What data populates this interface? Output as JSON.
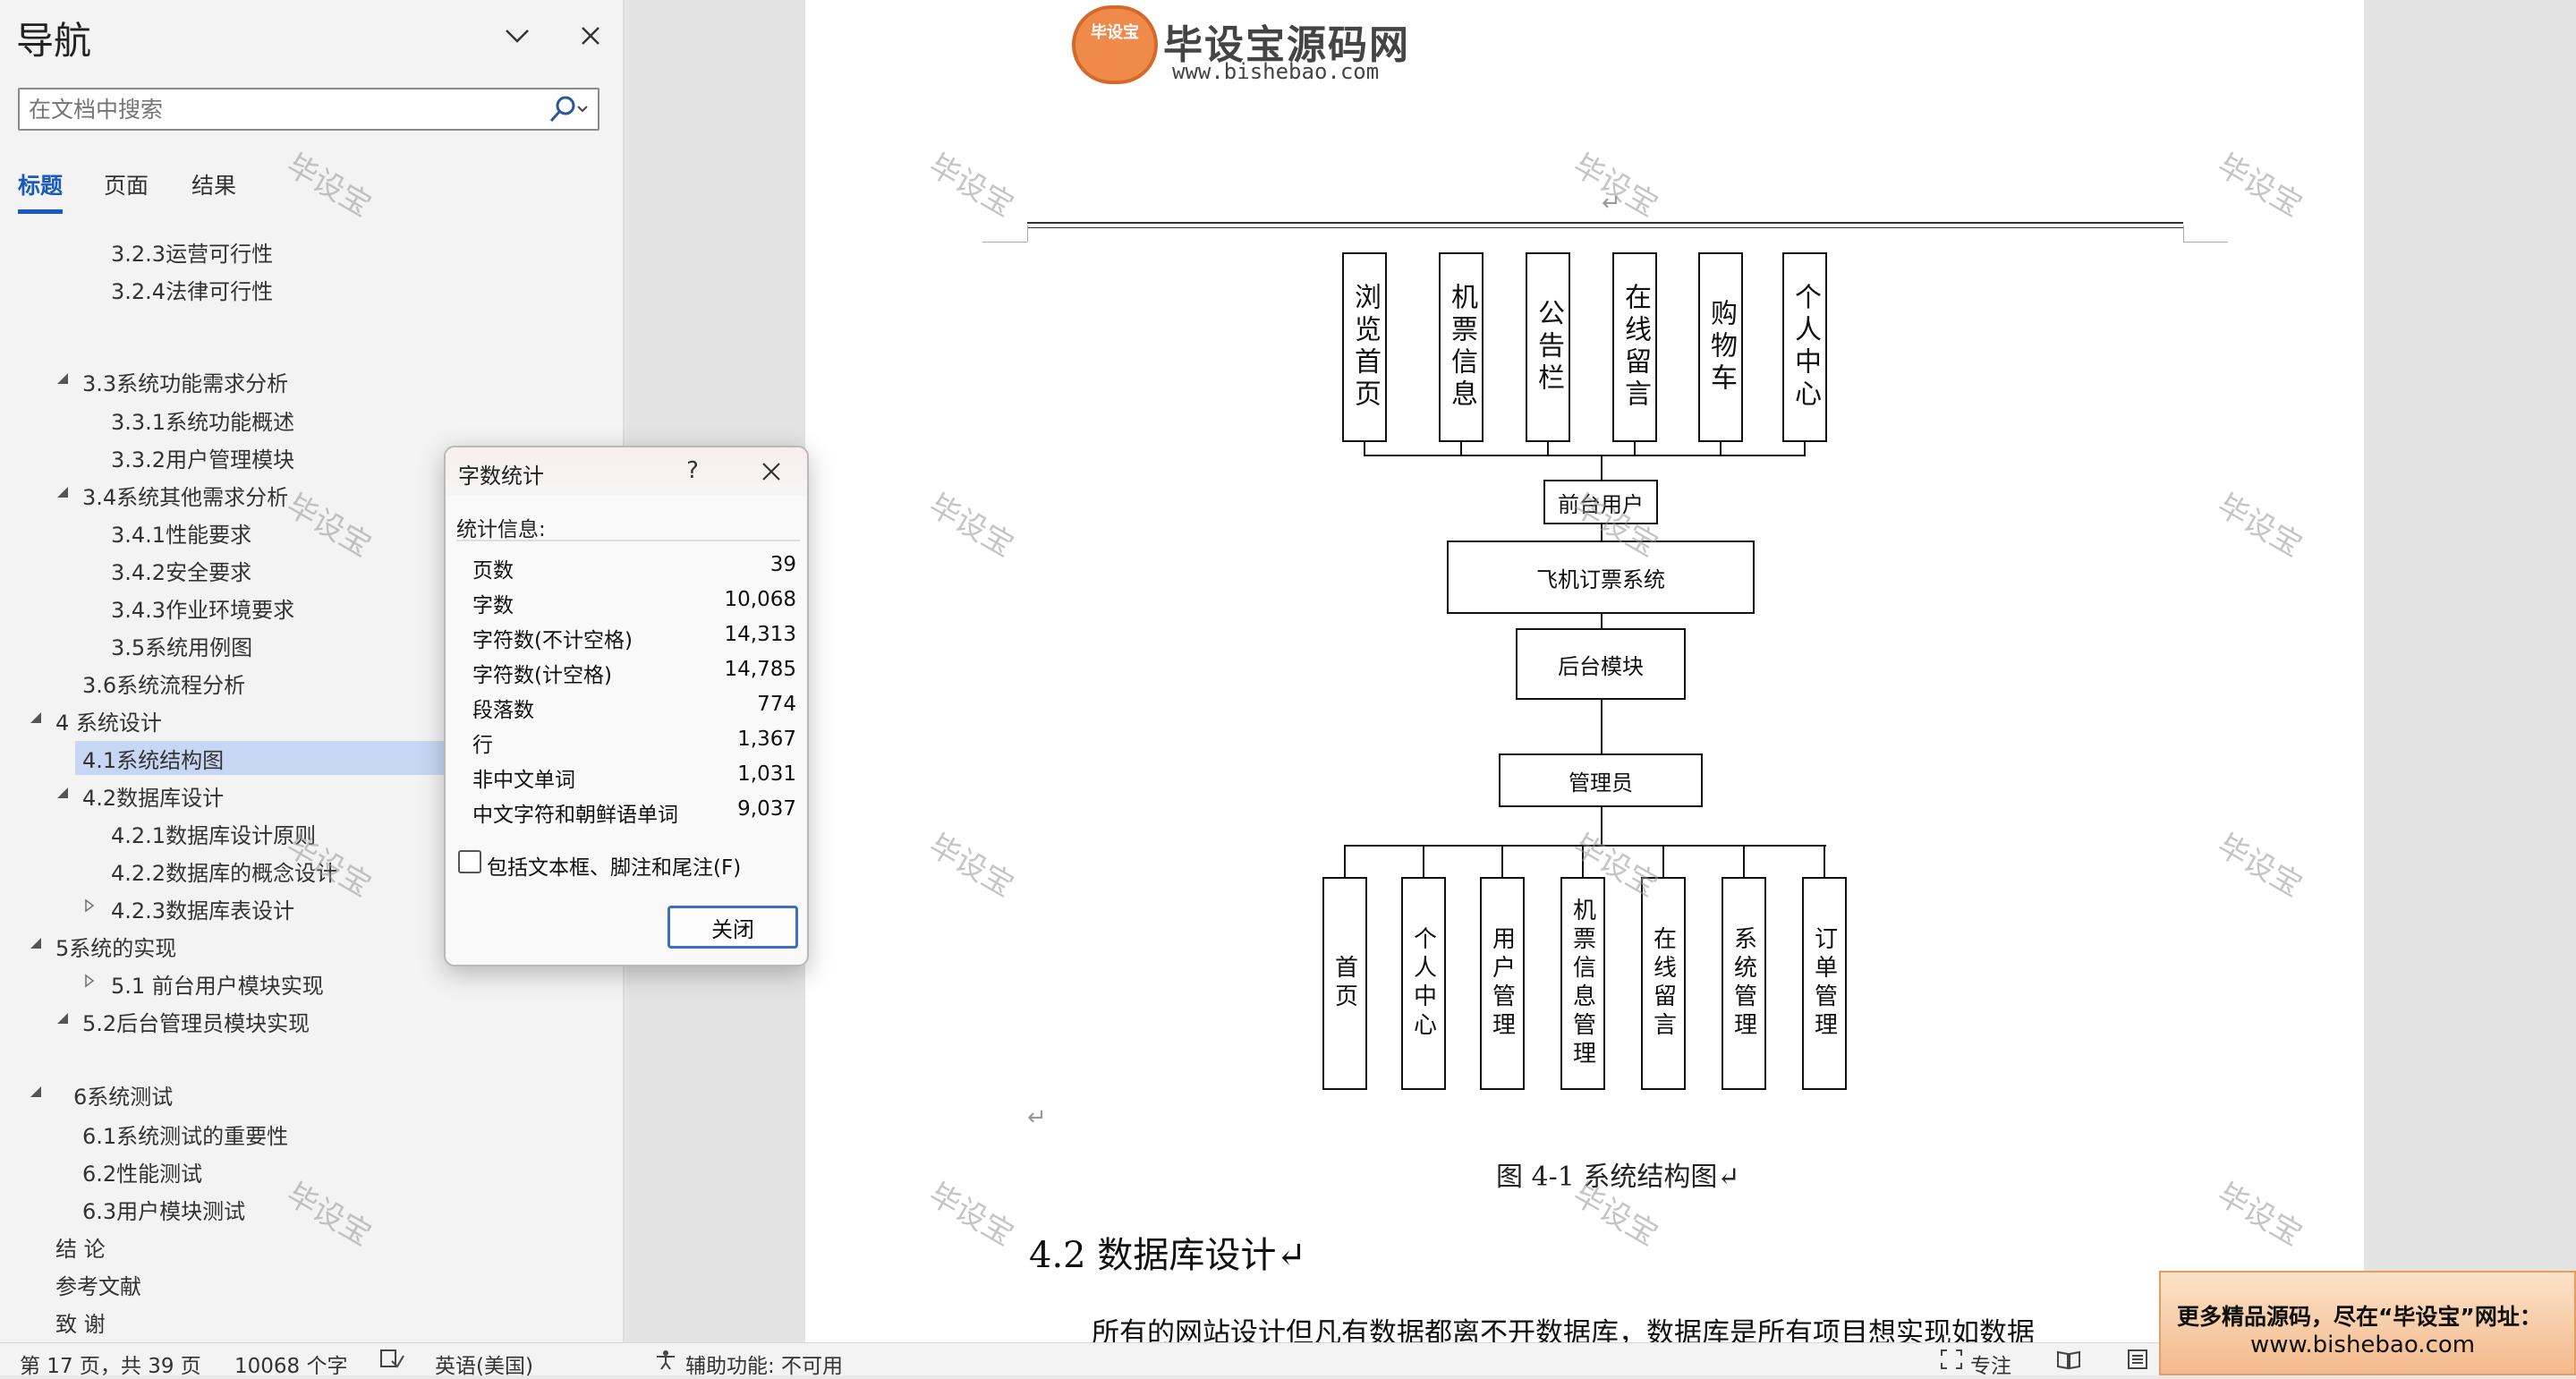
{
  "nav": {
    "title": "导航",
    "search_placeholder": "在文档中搜索",
    "tabs": [
      {
        "label": "标题",
        "active": true
      },
      {
        "label": "页面",
        "active": false
      },
      {
        "label": "结果",
        "active": false
      }
    ],
    "items": [
      {
        "label": "3.2.3运营可行性",
        "level": 3,
        "caret": "none",
        "selected": false
      },
      {
        "label": "3.2.4法律可行性",
        "level": 3,
        "caret": "none",
        "selected": false
      },
      {
        "label": "3.3系统功能需求分析",
        "level": 2,
        "caret": "expanded",
        "selected": false
      },
      {
        "label": "3.3.1系统功能概述",
        "level": 3,
        "caret": "none",
        "selected": false
      },
      {
        "label": "3.3.2用户管理模块",
        "level": 3,
        "caret": "none",
        "selected": false
      },
      {
        "label": "3.4系统其他需求分析",
        "level": 2,
        "caret": "expanded",
        "selected": false
      },
      {
        "label": "3.4.1性能要求",
        "level": 3,
        "caret": "none",
        "selected": false
      },
      {
        "label": "3.4.2安全要求",
        "level": 3,
        "caret": "none",
        "selected": false
      },
      {
        "label": "3.4.3作业环境要求",
        "level": 3,
        "caret": "none",
        "selected": false
      },
      {
        "label": "3.5系统用例图",
        "level": 3,
        "caret": "none",
        "selected": false
      },
      {
        "label": "3.6系统流程分析",
        "level": 2,
        "caret": "none",
        "selected": false
      },
      {
        "label": "4 系统设计",
        "level": 1,
        "caret": "expanded",
        "selected": false
      },
      {
        "label": "4.1系统结构图",
        "level": 2,
        "caret": "none",
        "selected": true
      },
      {
        "label": "4.2数据库设计",
        "level": 2,
        "caret": "expanded",
        "selected": false
      },
      {
        "label": "4.2.1数据库设计原则",
        "level": 3,
        "caret": "none",
        "selected": false
      },
      {
        "label": "4.2.2数据库的概念设计",
        "level": 3,
        "caret": "none",
        "selected": false
      },
      {
        "label": "4.2.3数据库表设计",
        "level": 3,
        "caret": "collapsed",
        "selected": false
      },
      {
        "label": "5系统的实现",
        "level": 1,
        "caret": "expanded",
        "selected": false
      },
      {
        "label": "5.1 前台用户模块实现",
        "level": 3,
        "caret": "collapsed",
        "selected": false
      },
      {
        "label": "5.2后台管理员模块实现",
        "level": 2,
        "caret": "expanded",
        "selected": false
      },
      {
        "label": "6系统测试",
        "level": 1,
        "caret": "expanded",
        "selected": false
      },
      {
        "label": "6.1系统测试的重要性",
        "level": 2,
        "caret": "none",
        "selected": false
      },
      {
        "label": "6.2性能测试",
        "level": 2,
        "caret": "none",
        "selected": false
      },
      {
        "label": "6.3用户模块测试",
        "level": 2,
        "caret": "none",
        "selected": false
      },
      {
        "label": "结 论",
        "level": 1,
        "caret": "none",
        "selected": false
      },
      {
        "label": "参考文献",
        "level": 1,
        "caret": "none",
        "selected": false
      },
      {
        "label": "致 谢",
        "level": 1,
        "caret": "none",
        "selected": false
      }
    ]
  },
  "watermark": "毕设宝",
  "brand": {
    "badge": "毕设宝",
    "name": "毕设宝源码网",
    "url": "www.bishebao.com"
  },
  "diagram": {
    "top_modules": [
      "浏览首页",
      "机票信息",
      "公告栏",
      "在线留言",
      "购物车",
      "个人中心"
    ],
    "front_user": "前台用户",
    "system": "飞机订票系统",
    "backend": "后台模块",
    "admin": "管理员",
    "bottom_modules": [
      "首页",
      "个人中心",
      "用户管理",
      "机票信息管理",
      "在线留言",
      "系统管理",
      "订单管理"
    ]
  },
  "document": {
    "paragraph_mark": "↵",
    "figure_caption": "图 4-1 系统结构图↵",
    "section_heading": "4.2 数据库设计↵",
    "body_text": "所有的网站设计但凡有数据都离不开数据库，数据库是所有项目想实现如数据"
  },
  "dialog": {
    "title": "字数统计",
    "help": "?",
    "section_label": "统计信息:",
    "stats": [
      {
        "label": "页数",
        "value": "39"
      },
      {
        "label": "字数",
        "value": "10,068"
      },
      {
        "label": "字符数(不计空格)",
        "value": "14,313"
      },
      {
        "label": "字符数(计空格)",
        "value": "14,785"
      },
      {
        "label": "段落数",
        "value": "774"
      },
      {
        "label": "行",
        "value": "1,367"
      },
      {
        "label": "非中文单词",
        "value": "1,031"
      },
      {
        "label": "中文字符和朝鲜语单词",
        "value": "9,037"
      }
    ],
    "checkbox_label": "包括文本框、脚注和尾注(F)",
    "close_button": "关闭"
  },
  "statusbar": {
    "page": "第 17 页，共 39 页",
    "words": "10068 个字",
    "language": "英语(美国)",
    "accessibility": "辅助功能: 不可用",
    "focus": "专注"
  },
  "ad": {
    "line1": "更多精品源码，尽在“毕设宝”网址：",
    "line2": "www.bishebao.com"
  }
}
